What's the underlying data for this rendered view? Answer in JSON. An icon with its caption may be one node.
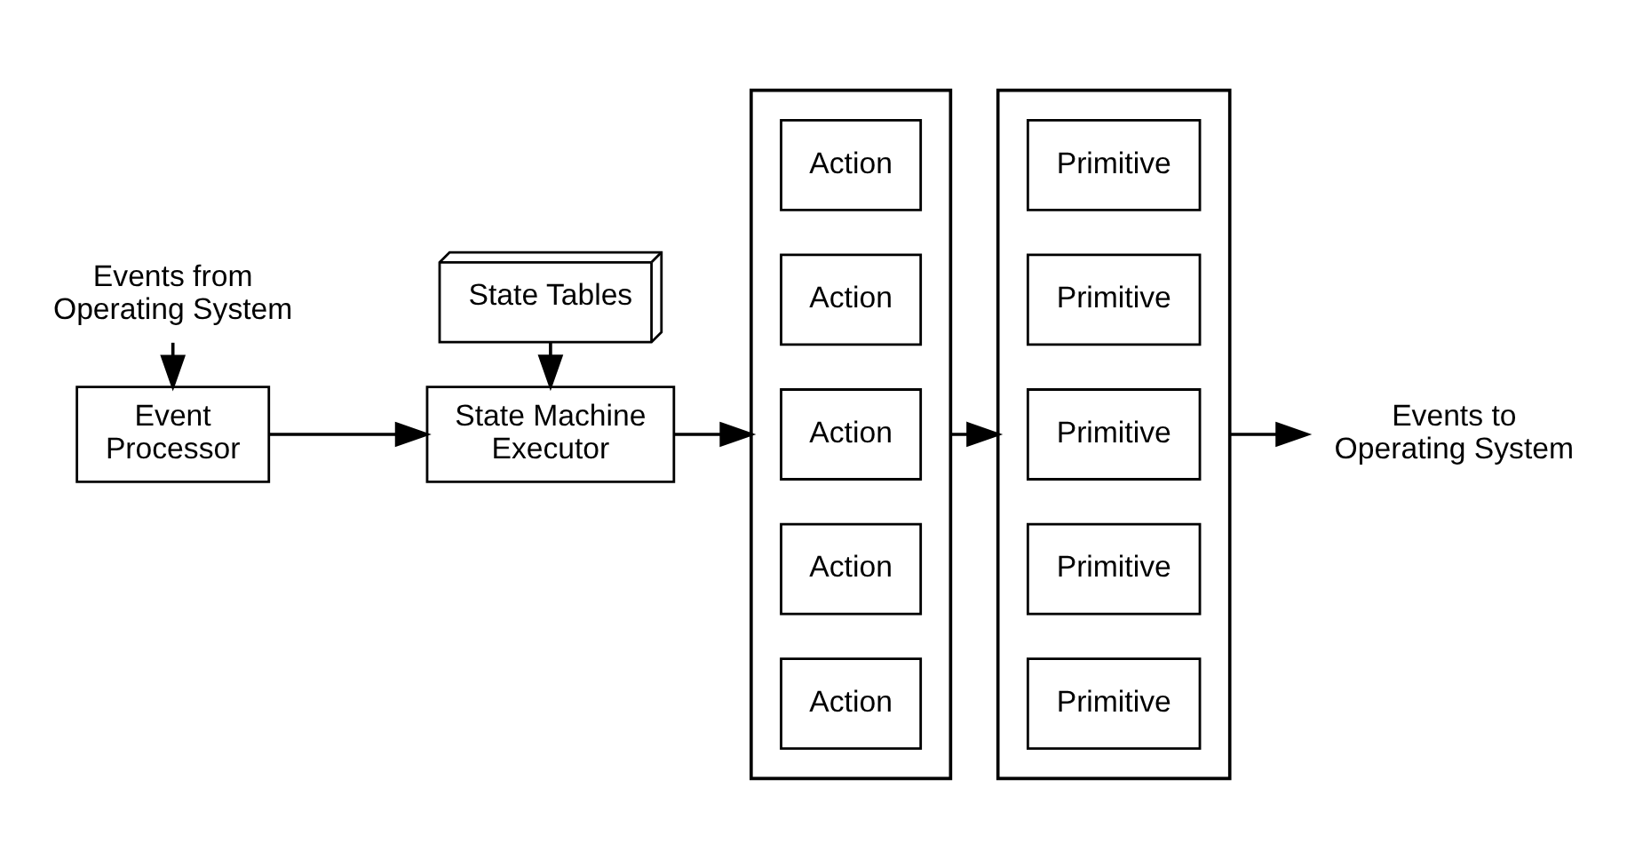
{
  "diagram": {
    "nodes": [
      {
        "text": [
          "Events from Operating System"
        ]
      },
      {
        "text": [
          "Event Processor"
        ]
      },
      {
        "text": [
          "State Tables"
        ]
      },
      {
        "text": [
          "State Machine Executor"
        ]
      },
      {
        "text": [],
        "shape": "box"
      },
      {
        "text": [
          "Action"
        ],
        "in": 4
      },
      {
        "text": [
          "Action"
        ],
        "in": 4
      },
      {
        "text": [
          "Action"
        ],
        "in": 4
      },
      {
        "text": [
          "Action"
        ],
        "in": 4
      },
      {
        "text": [
          "Action"
        ],
        "in": 4
      },
      {
        "text": [],
        "shape": "box"
      },
      {
        "text": [
          "Primitive"
        ],
        "in": 10
      },
      {
        "text": [
          "Primitive"
        ],
        "in": 10
      },
      {
        "text": [
          "Primitive"
        ],
        "in": 10
      },
      {
        "text": [
          "Primitive"
        ],
        "in": 10
      },
      {
        "text": [
          "Primitive"
        ],
        "in": 10
      },
      {
        "text": [
          "Events to Operating System"
        ]
      }
    ],
    "edges": [
      {
        "from": 0,
        "to": 1,
        "arrow": "to"
      },
      {
        "from": 1,
        "to": 3,
        "arrow": "to"
      },
      {
        "from": 2,
        "to": 3,
        "arrow": "to"
      },
      {
        "from": 3,
        "to": 4,
        "arrow": "to"
      },
      {
        "from": 4,
        "to": 10,
        "arrow": "to"
      },
      {
        "from": 10,
        "to": 16,
        "arrow": "to"
      }
    ]
  }
}
